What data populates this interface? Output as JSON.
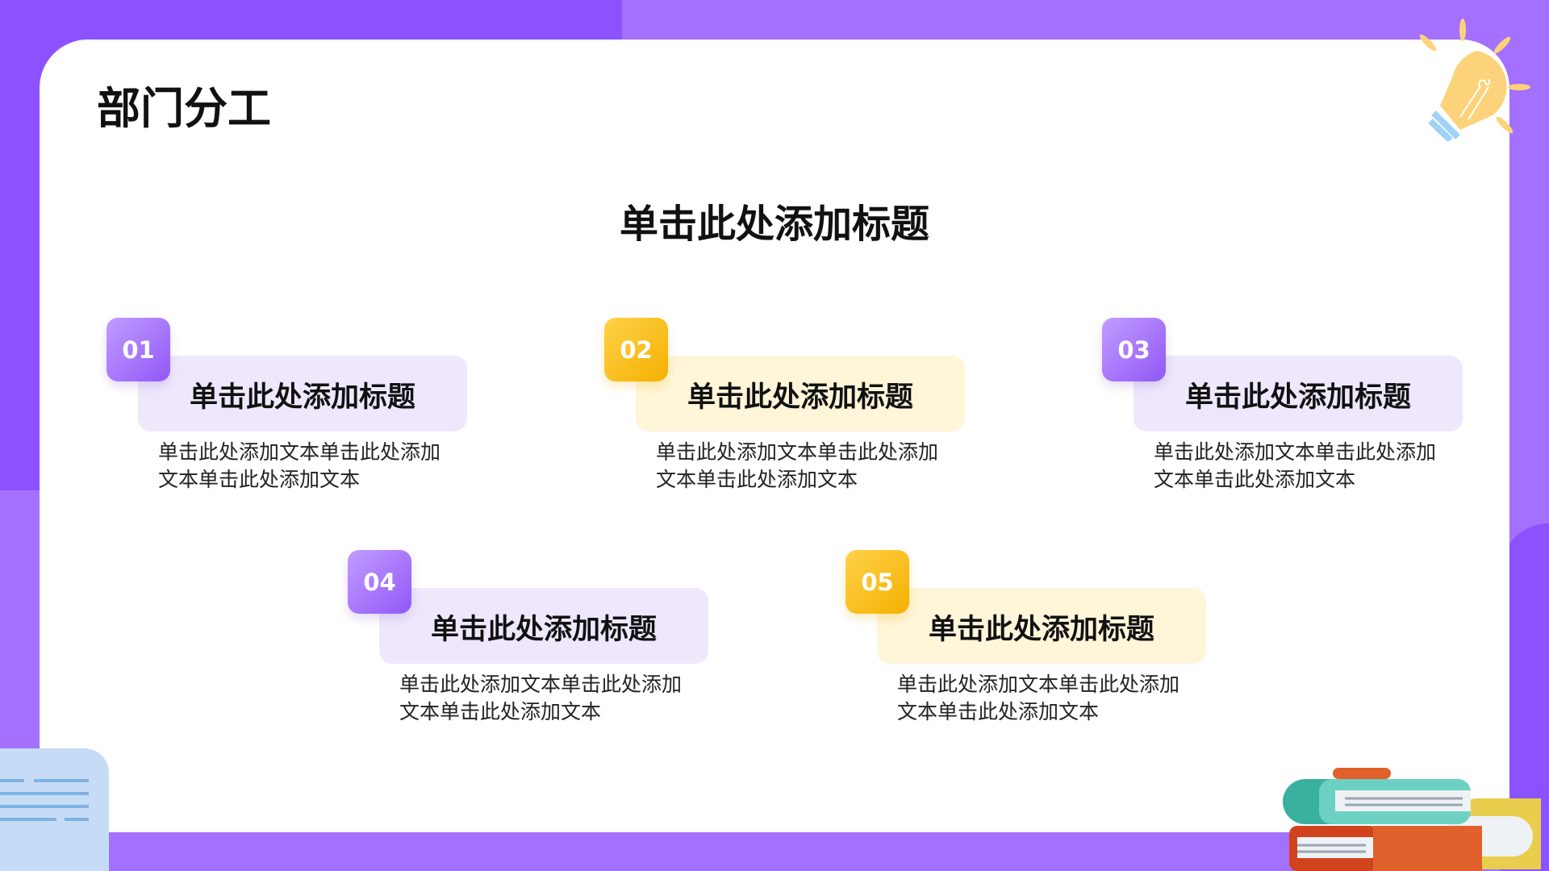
{
  "page_title": "部门分工",
  "main_title": "单击此处添加标题",
  "items": [
    {
      "num": "01",
      "heading": "单击此处添加标题",
      "text": "单击此处添加文本单击此处添加文本单击此处添加文本",
      "color": "purple"
    },
    {
      "num": "02",
      "heading": "单击此处添加标题",
      "text": "单击此处添加文本单击此处添加文本单击此处添加文本",
      "color": "yellow"
    },
    {
      "num": "03",
      "heading": "单击此处添加标题",
      "text": "单击此处添加文本单击此处添加文本单击此处添加文本",
      "color": "purple"
    },
    {
      "num": "04",
      "heading": "单击此处添加标题",
      "text": "单击此处添加文本单击此处添加文本单击此处添加文本",
      "color": "purple"
    },
    {
      "num": "05",
      "heading": "单击此处添加标题",
      "text": "单击此处添加文本单击此处添加文本单击此处添加文本",
      "color": "yellow"
    }
  ],
  "colors": {
    "purple": "#8c52ff",
    "light_purple": "#a370ff",
    "yellow": "#f4b000"
  }
}
